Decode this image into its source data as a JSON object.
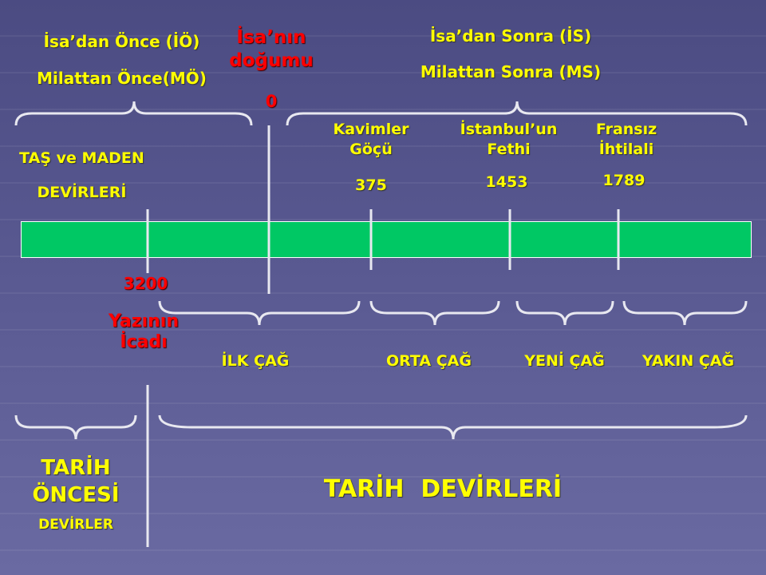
{
  "bc": {
    "line1": "İsa’dan Önce (İÖ)",
    "line2": "Milattan Önce(MÖ)"
  },
  "ad": {
    "line1": "İsa’dan Sonra (İS)",
    "line2": "Milattan Sonra (MS)"
  },
  "birth": {
    "line1": "İsa’nın",
    "line2": "doğumu",
    "year": "0"
  },
  "stone": {
    "line1": "TAŞ ve MADEN",
    "line2": "DEVİRLERİ"
  },
  "events": [
    {
      "line1": "Kavimler",
      "line2": "Göçü",
      "year": "375"
    },
    {
      "line1": "İstanbul’un",
      "line2": "Fethi",
      "year": "1453"
    },
    {
      "line1": "Fransız",
      "line2": "İhtilali",
      "year": "1789"
    }
  ],
  "writing": {
    "year": "3200",
    "line1": "Yazının",
    "line2": "İcadı"
  },
  "ages": [
    "İLK ÇAĞ",
    "ORTA ÇAĞ",
    "YENİ ÇAĞ",
    "YAKIN ÇAĞ"
  ],
  "prehistory": {
    "line1": "TARİH",
    "line2": "ÖNCESİ",
    "line3": "DEVİRLER"
  },
  "history": "TARİH  DEVİRLERİ",
  "colors": {
    "bar": "#00c864",
    "text": "#ffff00",
    "highlight": "#ff0000"
  }
}
